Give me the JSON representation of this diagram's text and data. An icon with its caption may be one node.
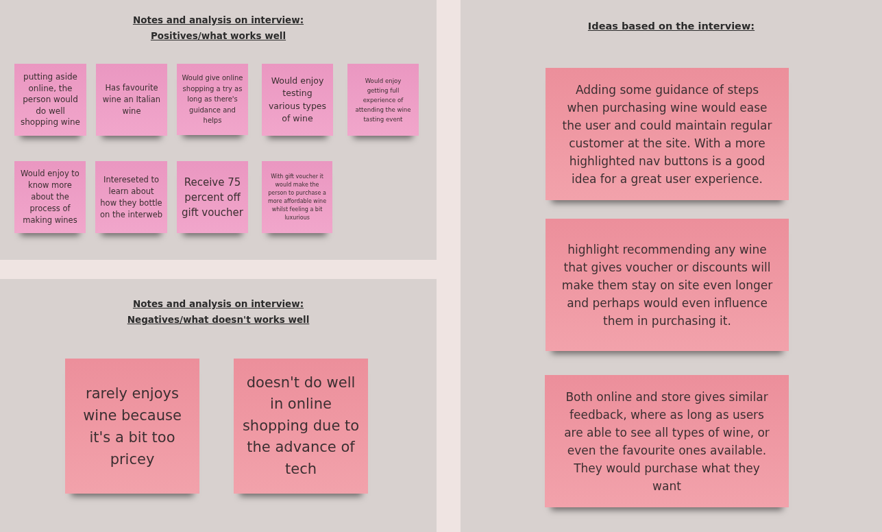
{
  "diagram": {
    "nodes": [
      {
        "text": [
          "Notes and analysis on interview: Positives/what works well"
        ]
      },
      {
        "text": [
          "putting aside online, the person would do well shopping wine"
        ],
        "in": 0
      },
      {
        "text": [
          "Has favourite wine an Italian wine"
        ],
        "in": 0
      },
      {
        "text": [
          "Would give online shopping a try as long as there's guidance and helps"
        ],
        "in": 0
      },
      {
        "text": [
          "Would enjoy testing various types of wine"
        ],
        "in": 0
      },
      {
        "text": [
          "Would enjoy getting full experience of attending the wine tasting event"
        ],
        "in": 0
      },
      {
        "text": [
          "Would enjoy to know more about the process of making wines"
        ],
        "in": 0
      },
      {
        "text": [
          "Intereseted to learn about how they bottle on the interweb"
        ],
        "in": 0
      },
      {
        "text": [
          "Receive 75 percent off gift voucher"
        ],
        "in": 0
      },
      {
        "text": [
          "With gift voucher it would make the person to purchase a more affordable wine whilst feeling a bit luxurious"
        ],
        "in": 0
      },
      {
        "text": [
          "Notes and analysis on interview: Negatives/what doesn't works well"
        ]
      },
      {
        "text": [
          "rarely enjoys wine because it's a bit too pricey"
        ],
        "in": 10
      },
      {
        "text": [
          "doesn't do well in online shopping due to the advance of tech"
        ],
        "in": 10
      },
      {
        "text": [
          "Ideas based on the interview:"
        ]
      },
      {
        "text": [
          "Adding some guidance of steps when purchasing wine would ease the user and could maintain regular customer at the site. With a more highlighted nav buttons is a good idea for a great user experience."
        ],
        "in": 13
      },
      {
        "text": [
          "highlight recommending any wine that gives voucher or discounts will make them stay on site even longer and perhaps would even influence them in purchasing it."
        ],
        "in": 13
      },
      {
        "text": [
          "Both online and store gives similar feedback, where as long as users are able to see all types of wine, or even the favourite ones available. They would purchase what they want"
        ],
        "in": 13
      }
    ]
  }
}
